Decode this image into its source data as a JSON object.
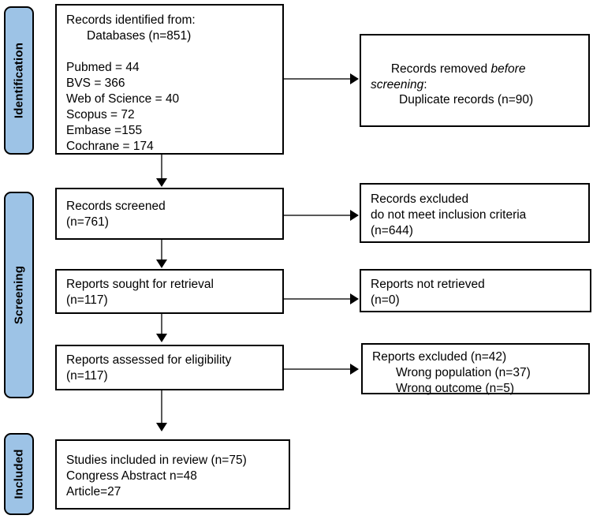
{
  "diagram": {
    "type": "prisma-flow-diagram",
    "stages": [
      {
        "id": "identification",
        "label": "Identification"
      },
      {
        "id": "screening",
        "label": "Screening"
      },
      {
        "id": "included",
        "label": "Included"
      }
    ],
    "boxes": {
      "records_identified": {
        "title": "Records identified from:",
        "subtitle": "Databases (n=851)",
        "sources": [
          "Pubmed = 44",
          "BVS = 366",
          "Web of Science = 40",
          "Scopus = 72",
          "Embase =155",
          "Cochrane = 174"
        ]
      },
      "records_removed": {
        "lead": "Records removed ",
        "emphasis": "before screening",
        "lead_tail": ":",
        "detail": "Duplicate records (n=90)"
      },
      "records_screened": {
        "line1": "Records screened",
        "line2": "(n=761)"
      },
      "records_excluded": {
        "line1": "Records excluded",
        "line2": "do not meet inclusion criteria",
        "line3": "(n=644)"
      },
      "reports_sought": {
        "line1": "Reports sought for retrieval",
        "line2": "(n=117)"
      },
      "reports_not_retrieved": {
        "line1": "Reports not retrieved",
        "line2": "(n=0)"
      },
      "reports_assessed": {
        "line1": "Reports assessed for eligibility",
        "line2": "(n=117)"
      },
      "reports_excluded": {
        "line1": "Reports excluded (n=42)",
        "line2": "Wrong population (n=37)",
        "line3": "Wrong outcome (n=5)"
      },
      "studies_included": {
        "line1": "Studies included in review (n=75)",
        "line2": "Congress Abstract n=48",
        "line3": "Article=27"
      }
    },
    "colors": {
      "stage_fill": "#9DC3E6",
      "stage_border": "#000000",
      "box_border": "#000000",
      "box_fill": "#FFFFFF",
      "connector": "#595959",
      "text": "#000000"
    }
  }
}
